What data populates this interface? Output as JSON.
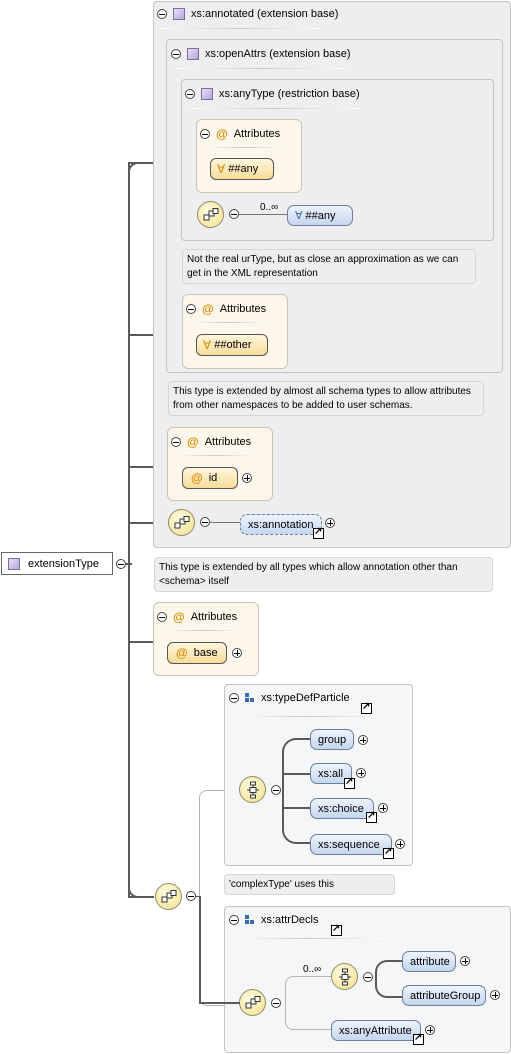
{
  "root": {
    "label": "extensionType"
  },
  "annotated": {
    "title": "xs:annotated (extension base)",
    "open_attrs": {
      "title": "xs:openAttrs (extension base)",
      "any_type": {
        "title": "xs:anyType (restriction base)",
        "attributes_title": "Attributes",
        "any_attr": "##any",
        "cardinality": "0..∞",
        "any_element": "##any",
        "note": "Not the real urType, but as close an approximation as we can get in the XML representation"
      },
      "attributes_title": "Attributes",
      "other_attr": "##other",
      "note": "This type is extended by almost all schema types to allow attributes from other namespaces to be added to user schemas."
    },
    "attributes_title": "Attributes",
    "id_attr": "id",
    "annotation": "xs:annotation",
    "note": "This type is extended by all types which allow annotation other than <schema> itself"
  },
  "base_attributes": {
    "title": "Attributes",
    "base_attr": "base"
  },
  "type_def_particle": {
    "title": "xs:typeDefParticle",
    "items": [
      "group",
      "xs:all",
      "xs:choice",
      "xs:sequence"
    ],
    "note": "'complexType' uses this"
  },
  "attr_decls": {
    "title": "xs:attrDecls",
    "cardinality": "0..∞",
    "items": [
      "attribute",
      "attributeGroup"
    ],
    "any_attribute": "xs:anyAttribute"
  },
  "icons": {
    "type": "complex-type-square-icon",
    "attribute": "at-sign-icon",
    "wildcard": "for-all-icon",
    "group": "model-group-icon",
    "link": "external-link-arrow-icon"
  },
  "colors": {
    "attribute_fill": "#fcf7ea",
    "element_fill": "#c5d6ef",
    "sequence_fill": "#f3e08a",
    "box_gray": "#eeeef1"
  }
}
